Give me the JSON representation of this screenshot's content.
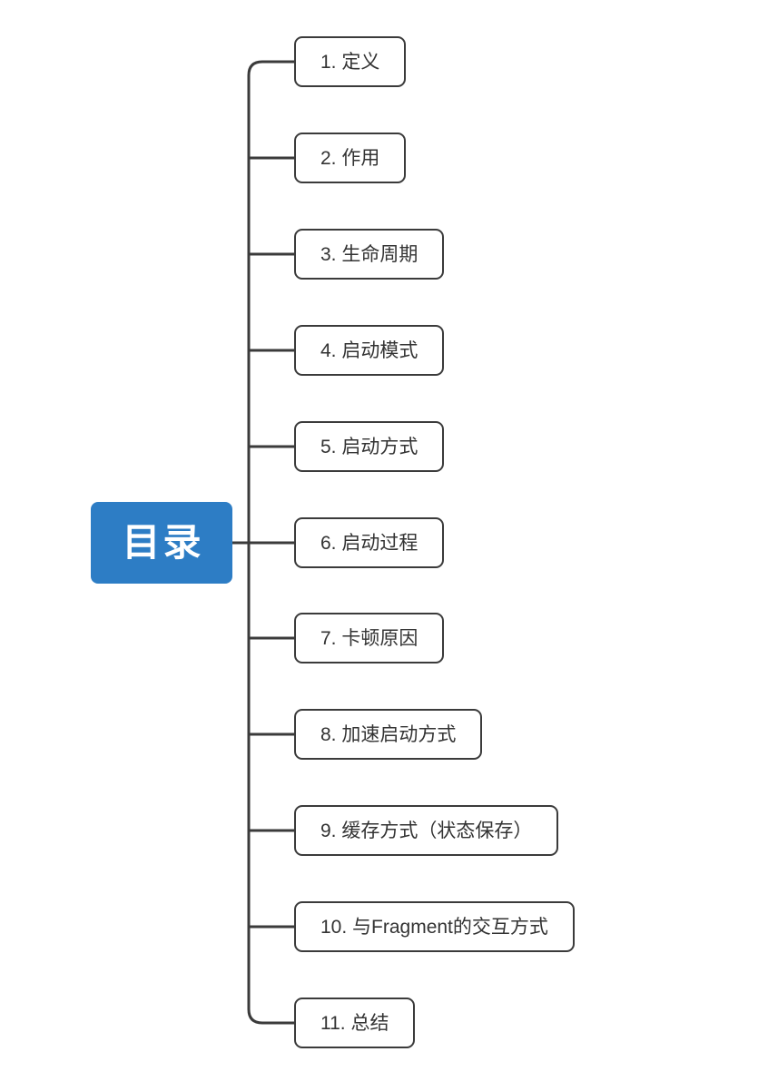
{
  "root": {
    "label": "目录"
  },
  "topics": [
    {
      "label": "1. 定义"
    },
    {
      "label": "2. 作用"
    },
    {
      "label": "3. 生命周期"
    },
    {
      "label": "4. 启动模式"
    },
    {
      "label": "5. 启动方式"
    },
    {
      "label": "6. 启动过程"
    },
    {
      "label": "7. 卡顿原因"
    },
    {
      "label": "8. 加速启动方式"
    },
    {
      "label": "9. 缓存方式（状态保存）"
    },
    {
      "label": "10. 与Fragment的交互方式"
    },
    {
      "label": "11. 总结"
    }
  ],
  "colors": {
    "background": "#ffffff",
    "root_bg": "#2d7dc5",
    "root_text": "#ffffff",
    "line": "#3b3b3b",
    "node_border": "#3b3b3b",
    "node_text": "#333333"
  }
}
